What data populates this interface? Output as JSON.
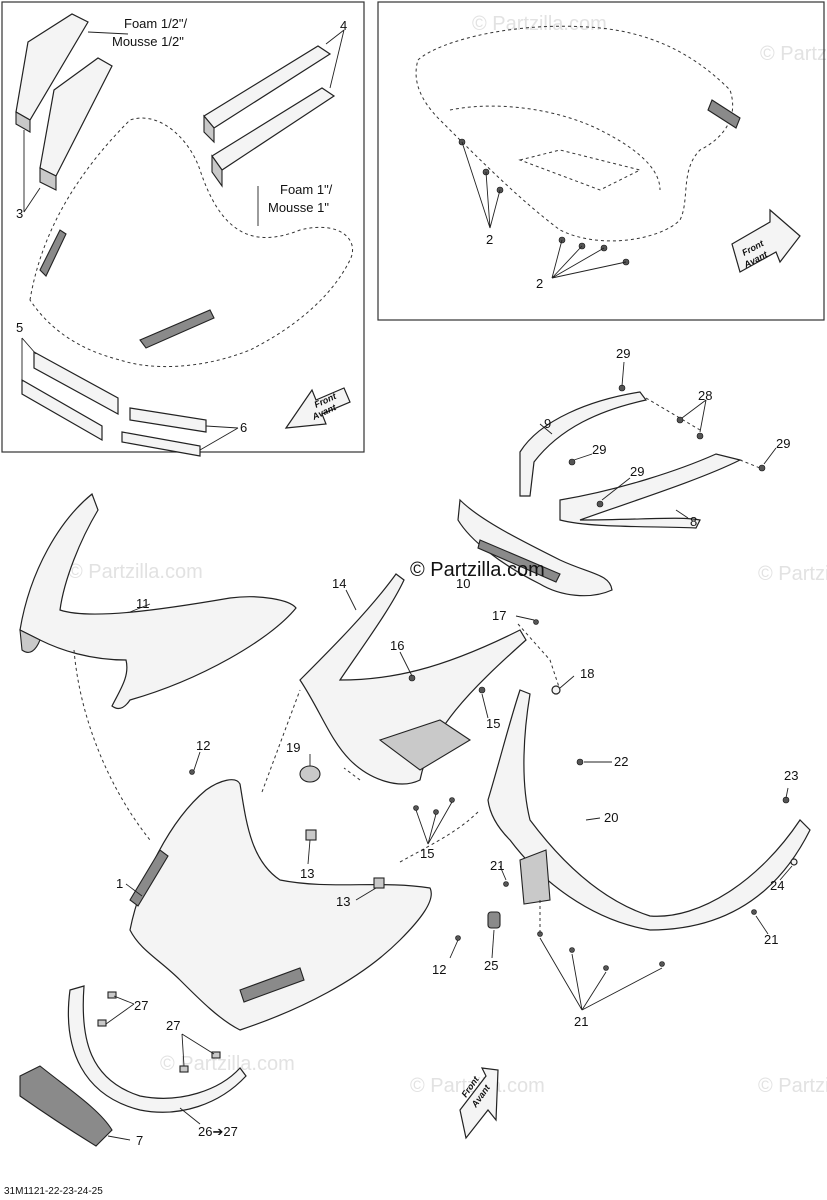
{
  "watermark": {
    "main": "© Partzilla.com",
    "repeat": "© Partzilla.com"
  },
  "drawing_code": "31M1121-22-23-24-25",
  "inset_left": {
    "foam_half_note": [
      "Foam 1/2\"/",
      "Mousse 1/2\""
    ],
    "foam_one_note": [
      "Foam 1\"/",
      "Mousse 1\""
    ],
    "front_arrow": [
      "Front",
      "Avant"
    ],
    "callouts": [
      "3",
      "4",
      "5",
      "6"
    ]
  },
  "inset_right": {
    "front_arrow": [
      "Front",
      "Avant"
    ],
    "callouts": [
      "2",
      "2"
    ]
  },
  "main_callouts": {
    "c1": "1",
    "c7": "7",
    "c8": "8",
    "c9": "9",
    "c10": "10",
    "c11": "11",
    "c12a": "12",
    "c12b": "12",
    "c13a": "13",
    "c13b": "13",
    "c14": "14",
    "c15a": "15",
    "c15b": "15",
    "c16": "16",
    "c17": "17",
    "c18": "18",
    "c19": "19",
    "c20": "20",
    "c21a": "21",
    "c21b": "21",
    "c21c": "21",
    "c22": "22",
    "c23": "23",
    "c24": "24",
    "c25": "25",
    "c26": "26➔27",
    "c27a": "27",
    "c27b": "27",
    "c28": "28",
    "c29a": "29",
    "c29b": "29",
    "c29c": "29",
    "c29d": "29"
  },
  "main_front_arrow": [
    "Front",
    "Avant"
  ]
}
